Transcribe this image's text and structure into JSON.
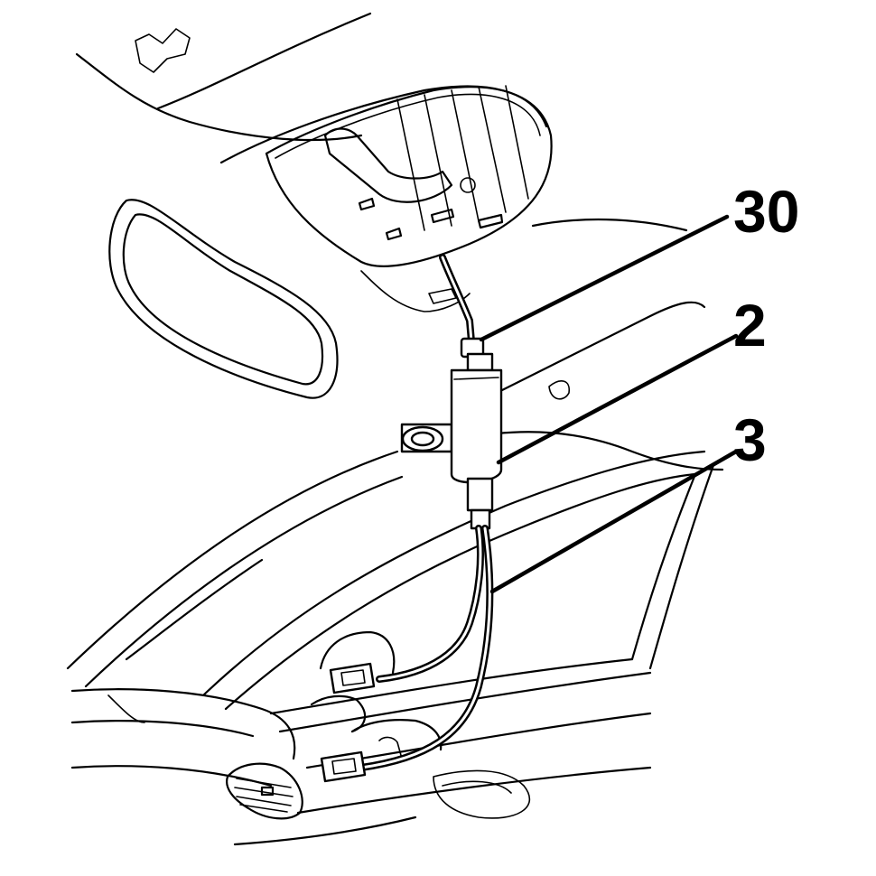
{
  "callouts": [
    {
      "id": "30",
      "label": "30"
    },
    {
      "id": "2",
      "label": "2"
    },
    {
      "id": "3",
      "label": "3"
    }
  ],
  "colors": {
    "line": "#000000",
    "background": "#ffffff"
  }
}
